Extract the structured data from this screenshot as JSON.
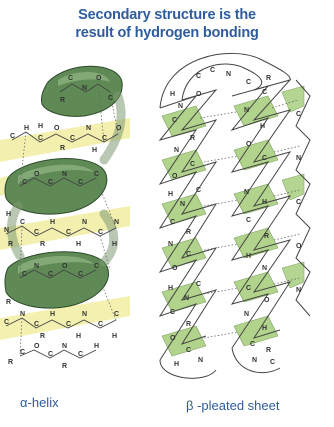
{
  "title": {
    "line1": "Secondary structure is the",
    "line2": "result of hydrogen bonding"
  },
  "captions": {
    "alpha": "α-helix",
    "beta": "β -pleated sheet"
  },
  "colors": {
    "title_text": "#2f5c9e",
    "helix_ribbon": "#5f8a55",
    "helix_highlight": "#f2eea2",
    "sheet_green": "#a9cf7f",
    "backbone": "#444444",
    "hydrogen_bond": "#666666"
  },
  "diagram": {
    "helix_atoms": [
      "C",
      "H",
      "N",
      "O",
      "R"
    ],
    "sheet_atoms": [
      "C",
      "H",
      "N",
      "O",
      "R"
    ]
  }
}
